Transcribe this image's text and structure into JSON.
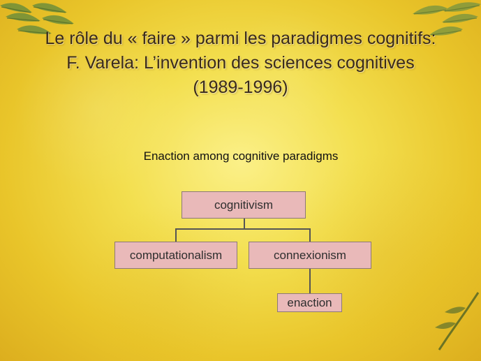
{
  "slide": {
    "title": "Le rôle du « faire » parmi les paradigmes cognitifs: F. Varela: L’invention des sciences cognitives (1989-1996)",
    "subtitle": "Enaction among cognitive paradigms"
  },
  "diagram": {
    "root": "cognitivism",
    "left_child": "computationalism",
    "right_child": "connexionism",
    "leaf": "enaction"
  },
  "theme": {
    "background": "#f3df4f",
    "node_fill": "#e9b9b9",
    "node_border": "#8c7878",
    "title_color": "#3a2a1a"
  }
}
